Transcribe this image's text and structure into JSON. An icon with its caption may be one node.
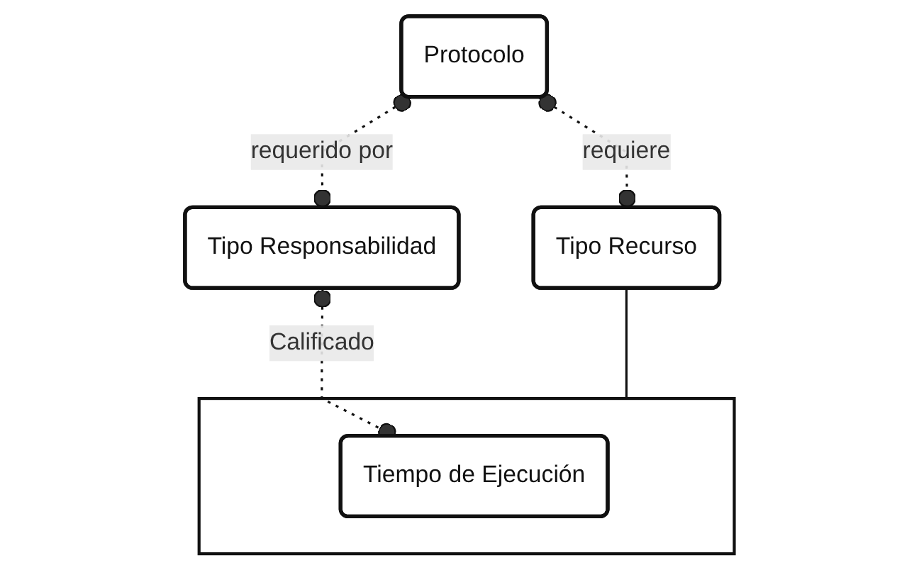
{
  "diagram": {
    "nodes": [
      {
        "text": [
          "Protocolo"
        ]
      },
      {
        "text": [
          "Tipo Recurso"
        ]
      },
      {
        "text": [
          "Tipo Responsabilidad"
        ]
      },
      {
        "text": [],
        "shape": "box"
      },
      {
        "text": [
          "Tiempo de Ejecución"
        ],
        "in": 3
      }
    ],
    "edges": [
      {
        "from": 0,
        "to": 1,
        "arrow": "other",
        "label": "requiere",
        "style": "dashed"
      },
      {
        "from": 0,
        "to": 2,
        "arrow": "other",
        "label": "requerido por",
        "style": "dashed"
      },
      {
        "from": 1,
        "to": 3,
        "arrow": "none"
      },
      {
        "from": 2,
        "to": 4,
        "arrow": "other",
        "label": "Calificado",
        "style": "dashed"
      }
    ]
  }
}
